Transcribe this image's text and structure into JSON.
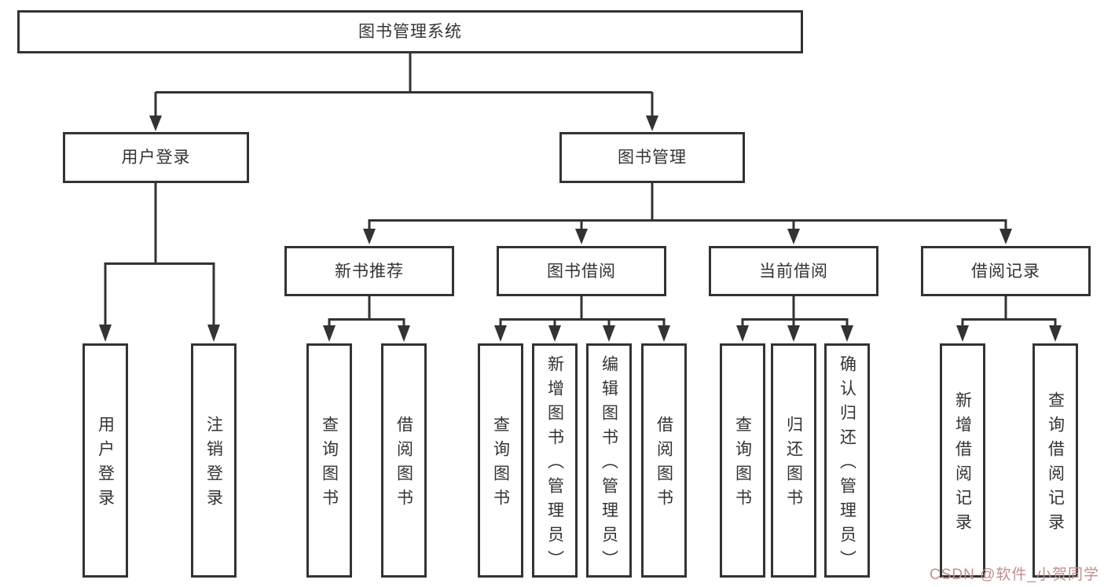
{
  "diagram": {
    "type": "hierarchy-tree",
    "title": "图书管理系统"
  },
  "tree": {
    "root": {
      "label": "图书管理系统"
    },
    "branches": [
      {
        "label": "用户登录",
        "children": [
          {
            "label": "用户登录"
          },
          {
            "label": "注销登录"
          }
        ]
      },
      {
        "label": "图书管理",
        "children": [
          {
            "label": "新书推荐",
            "children": [
              {
                "label": "查询图书"
              },
              {
                "label": "借阅图书"
              }
            ]
          },
          {
            "label": "图书借阅",
            "children": [
              {
                "label": "查询图书"
              },
              {
                "label": "新增图书（管理员）"
              },
              {
                "label": "编辑图书（管理员）"
              },
              {
                "label": "借阅图书"
              }
            ]
          },
          {
            "label": "当前借阅",
            "children": [
              {
                "label": "查询图书"
              },
              {
                "label": "归还图书"
              },
              {
                "label": "确认归还（管理员）"
              }
            ]
          },
          {
            "label": "借阅记录",
            "children": [
              {
                "label": "新增借阅记录"
              },
              {
                "label": "查询借阅记录"
              }
            ]
          }
        ]
      }
    ]
  },
  "watermark": {
    "text": "CSDN @软件_小贺同学"
  },
  "colors": {
    "line": "#333333",
    "text": "#333333",
    "background": "#ffffff",
    "watermark": "#c18e8e"
  }
}
